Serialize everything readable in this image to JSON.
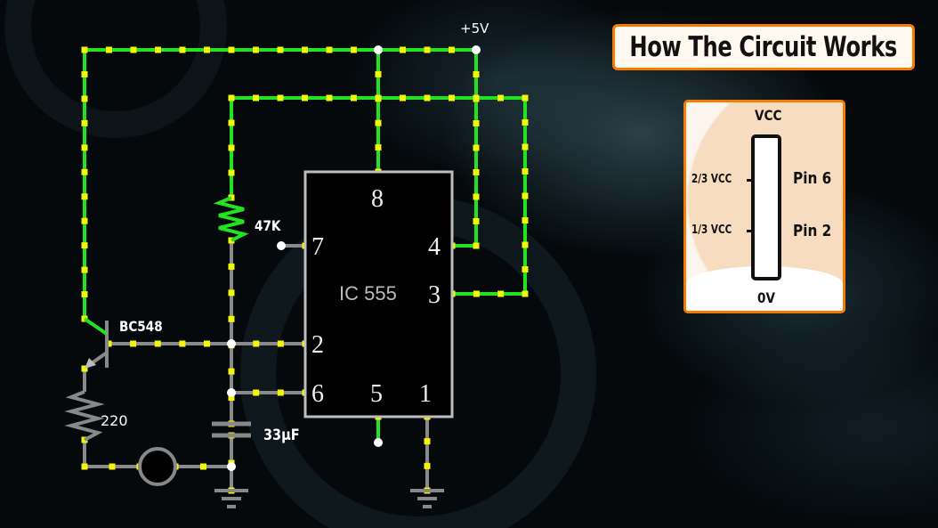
{
  "title": "How The Circuit Works",
  "supply_label": "+5V",
  "ic": {
    "name": "IC 555",
    "pins": {
      "p8": "8",
      "p7": "7",
      "p4": "4",
      "p3": "3",
      "p2": "2",
      "p6": "6",
      "p5": "5",
      "p1": "1"
    }
  },
  "components": {
    "transistor": "BC548",
    "r1": "47K",
    "r2": "220",
    "capacitor": "33µF"
  },
  "panel": {
    "top": "VCC",
    "bottom": "0V",
    "upper_level": "2/3 VCC",
    "lower_level": "1/3 VCC",
    "upper_pin": "Pin 6",
    "lower_pin": "Pin 2"
  },
  "colors": {
    "active_wire": "#22e322",
    "idle_wire": "#8a8a8a",
    "current_dot": "#f5f50a",
    "accent": "#f57c00"
  }
}
